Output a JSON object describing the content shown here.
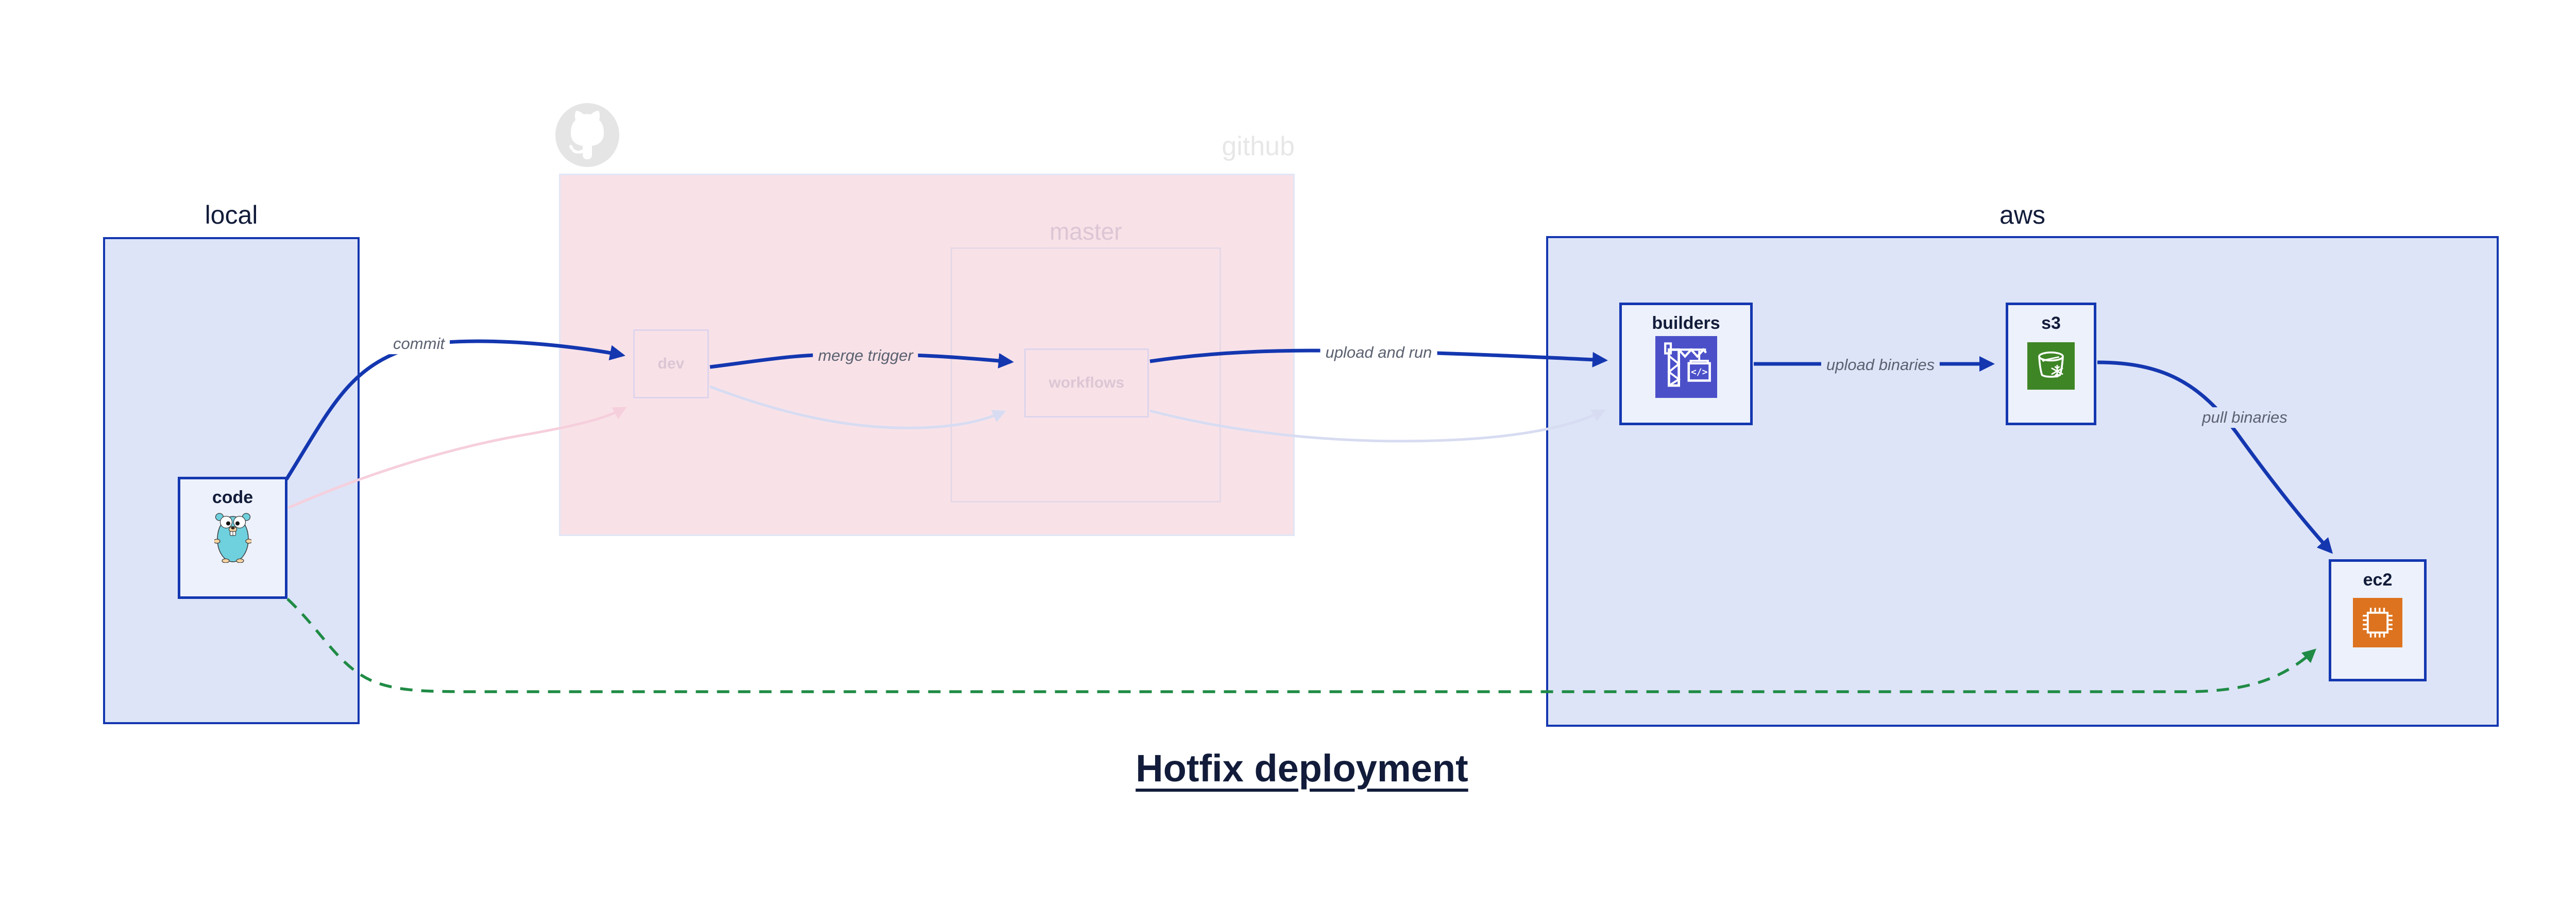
{
  "title": "Hotfix deployment",
  "zones": {
    "local": {
      "label": "local"
    },
    "github": {
      "label": "github"
    },
    "master": {
      "label": "master"
    },
    "aws": {
      "label": "aws"
    }
  },
  "nodes": {
    "code": {
      "label": "code",
      "icon": "go-gopher-icon"
    },
    "dev": {
      "label": "dev",
      "icon": null
    },
    "workflows": {
      "label": "workflows",
      "icon": null
    },
    "builders": {
      "label": "builders",
      "icon": "codebuild-crane-icon"
    },
    "s3": {
      "label": "s3",
      "icon": "s3-bucket-icon"
    },
    "ec2": {
      "label": "ec2",
      "icon": "ec2-chip-icon"
    }
  },
  "edges": {
    "commit": {
      "label": "commit",
      "from": "code",
      "to": "dev",
      "variant": "primary-blue"
    },
    "merge_trigger": {
      "label": "merge trigger",
      "from": "dev",
      "to": "workflows",
      "variant": "primary-blue"
    },
    "upload_and_run": {
      "label": "upload and run",
      "from": "workflows",
      "to": "builders",
      "variant": "primary-blue"
    },
    "upload_binaries": {
      "label": "upload binaries",
      "from": "builders",
      "to": "s3",
      "variant": "primary-blue"
    },
    "pull_binaries": {
      "label": "pull binaries",
      "from": "s3",
      "to": "ec2",
      "variant": "primary-blue"
    },
    "hotfix_pull": {
      "label": "",
      "from": "code",
      "to": "ec2",
      "variant": "dashed-green"
    },
    "commit_faded": {
      "label": "",
      "from": "code",
      "to": "dev",
      "variant": "faded-pink"
    },
    "merge_faded": {
      "label": "",
      "from": "dev",
      "to": "workflows",
      "variant": "faded-lavender"
    },
    "upload_faded": {
      "label": "",
      "from": "workflows",
      "to": "builders",
      "variant": "faded-lavender"
    }
  },
  "colors": {
    "blue": "#1437b0",
    "navy": "#121c3a",
    "zone-blue-fill": "#dde4f7",
    "node-fill": "#edf1fb",
    "pink-fill": "#f8e2e8",
    "pink-zone-border": "#e1e6f6",
    "master-border": "#e6d8e6",
    "faded-node-border": "#ded5ec",
    "faded-label": "#dcc6d4",
    "edge-label-gray": "#5b6170",
    "watermark-gray": "#e7e7e7",
    "green": "#1f8b45",
    "pink-faded": "#f6cfdc",
    "lavender-faded": "#d7dcf2",
    "icon-indigo": "#4b50c9",
    "icon-green": "#3e8526",
    "icon-orange": "#dd731f",
    "gopher-teal": "#6fd0de"
  }
}
